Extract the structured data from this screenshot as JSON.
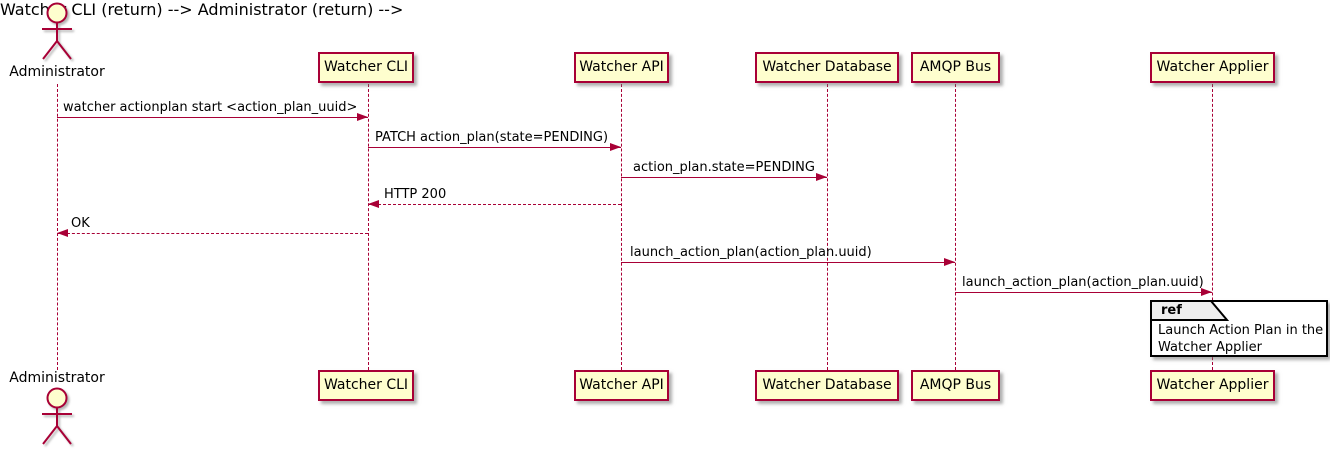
{
  "diagram": {
    "kind": "uml-sequence-diagram",
    "colors": {
      "participant_fill": "#FEFECE",
      "participant_border": "#A80036",
      "lifeline": "#A80036",
      "arrow": "#A80036",
      "message_text": "#000000",
      "ref_border": "#000000",
      "ref_tab_fill": "#EEEEEE",
      "background": "#FFFFFF"
    },
    "actor": {
      "name": "Administrator"
    },
    "participants": [
      {
        "label": "Watcher CLI"
      },
      {
        "label": "Watcher API"
      },
      {
        "label": "Watcher Database"
      },
      {
        "label": "AMQP Bus"
      },
      {
        "label": "Watcher Applier"
      }
    ],
    "messages": [
      {
        "from": "Administrator",
        "to": "Watcher CLI",
        "style": "solid",
        "label": "watcher actionplan start <action_plan_uuid>"
      },
      {
        "from": "Watcher CLI",
        "to": "Watcher API",
        "style": "solid",
        "label": "PATCH action_plan(state=PENDING)"
      },
      {
        "from": "Watcher API",
        "to": "Watcher Database",
        "style": "solid",
        "label": "action_plan.state=PENDING"
      },
      {
        "from": "Watcher API",
        "to": "Watcher CLI",
        "style": "dashed",
        "label": "HTTP 200"
      },
      {
        "from": "Watcher CLI",
        "to": "Administrator",
        "style": "dashed",
        "label": "OK"
      },
      {
        "from": "Watcher API",
        "to": "AMQP Bus",
        "style": "solid",
        "label": "launch_action_plan(action_plan.uuid)"
      },
      {
        "from": "AMQP Bus",
        "to": "Watcher Applier",
        "style": "solid",
        "label": "launch_action_plan(action_plan.uuid)"
      }
    ],
    "ref": {
      "tag": "ref",
      "lines": [
        "Launch Action Plan in the",
        "Watcher Applier"
      ]
    }
  }
}
